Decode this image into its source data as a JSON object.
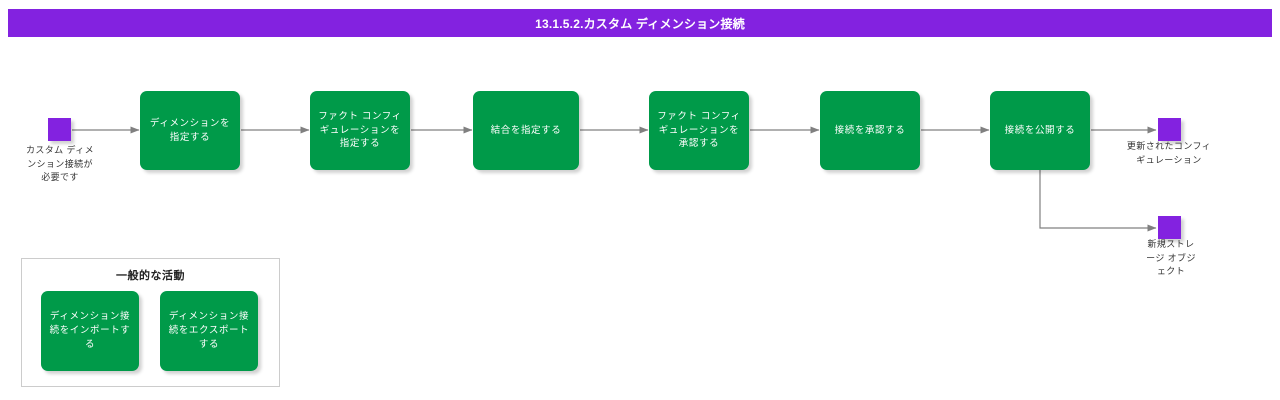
{
  "header": {
    "title": "13.1.5.2.カスタム ディメンション接続",
    "bar_color": "#8322e0",
    "text_color": "#ffffff"
  },
  "colors": {
    "process_node": "#009a49",
    "terminal_node": "#8322e0",
    "edge": "#808080",
    "panel_border": "#cccccc",
    "canvas": "#ffffff",
    "label_text": "#333333"
  },
  "diagram": {
    "type": "flowchart",
    "orientation": "left-to-right",
    "start_node": {
      "name": "custom-dimension-connection-required",
      "shape": "square",
      "kind": "terminal",
      "label": "カスタム ディメンション接続が必要です"
    },
    "process_nodes": [
      {
        "name": "specify-dimension",
        "label": "ディメンションを指定する"
      },
      {
        "name": "specify-fact-configuration",
        "label": "ファクト コンフィギュレーションを指定する"
      },
      {
        "name": "specify-join",
        "label": "結合を指定する"
      },
      {
        "name": "approve-fact-configuration",
        "label": "ファクト コンフィギュレーションを承認する"
      },
      {
        "name": "approve-connection",
        "label": "接続を承認する"
      },
      {
        "name": "publish-connection",
        "label": "接続を公開する"
      }
    ],
    "end_nodes": [
      {
        "name": "updated-configuration",
        "shape": "square",
        "kind": "terminal",
        "label": "更新されたコンフィギュレーション"
      },
      {
        "name": "new-storage-object",
        "shape": "square",
        "kind": "terminal",
        "label": "新規ストレージ オブジェクト"
      }
    ],
    "edges": [
      {
        "from": "custom-dimension-connection-required",
        "to": "specify-dimension"
      },
      {
        "from": "specify-dimension",
        "to": "specify-fact-configuration"
      },
      {
        "from": "specify-fact-configuration",
        "to": "specify-join"
      },
      {
        "from": "specify-join",
        "to": "approve-fact-configuration"
      },
      {
        "from": "approve-fact-configuration",
        "to": "approve-connection"
      },
      {
        "from": "approve-connection",
        "to": "publish-connection"
      },
      {
        "from": "publish-connection",
        "to": "updated-configuration"
      },
      {
        "from": "publish-connection",
        "to": "new-storage-object"
      }
    ]
  },
  "activity_panel": {
    "title": "一般的な活動",
    "items": [
      {
        "name": "import-dimension-connection",
        "label": "ディメンション接続をインポートする"
      },
      {
        "name": "export-dimension-connection",
        "label": "ディメンション接続をエクスポートする"
      }
    ]
  }
}
